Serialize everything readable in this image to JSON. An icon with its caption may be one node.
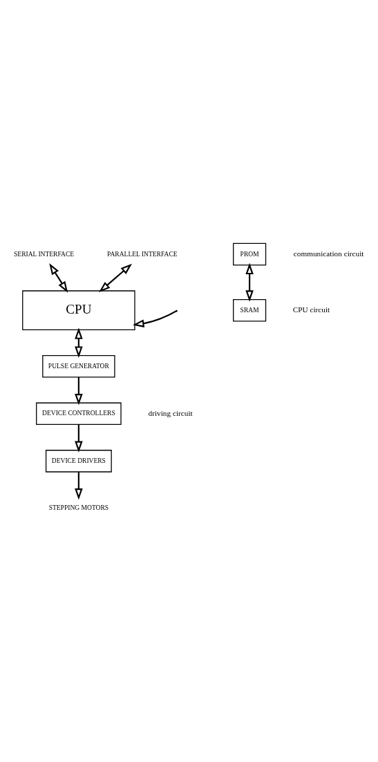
{
  "diagram": {
    "nodes": [
      {
        "text": [
          "SERIAL INTERFACE"
        ]
      },
      {
        "text": [
          "PARALLEL INTERFACE"
        ]
      },
      {
        "text": [
          "CPU"
        ]
      },
      {
        "text": [
          "PROM"
        ]
      },
      {
        "text": [
          "SRAM"
        ]
      },
      {
        "text": [
          "PULSE GENERATOR"
        ]
      },
      {
        "text": [
          "DEVICE CONTROLLERS"
        ]
      },
      {
        "text": [
          "DEVICE DRIVERS"
        ]
      },
      {
        "text": [
          "STEPPING MOTORS"
        ]
      }
    ],
    "edges": [
      {
        "from": 0,
        "to": 2,
        "arrow": "both"
      },
      {
        "from": 1,
        "to": 2,
        "arrow": "both"
      },
      {
        "from": 3,
        "to": 4,
        "arrow": "both"
      },
      {
        "from": null,
        "to": 2,
        "arrow": "to"
      },
      {
        "from": 2,
        "to": 5,
        "arrow": "both"
      },
      {
        "from": 5,
        "to": 6,
        "arrow": "to"
      },
      {
        "from": 6,
        "to": 7,
        "arrow": "to"
      },
      {
        "from": 7,
        "to": 8,
        "arrow": "to"
      }
    ],
    "labels": [
      "communication circuit",
      "CPU circuit",
      "driving circuit"
    ]
  }
}
